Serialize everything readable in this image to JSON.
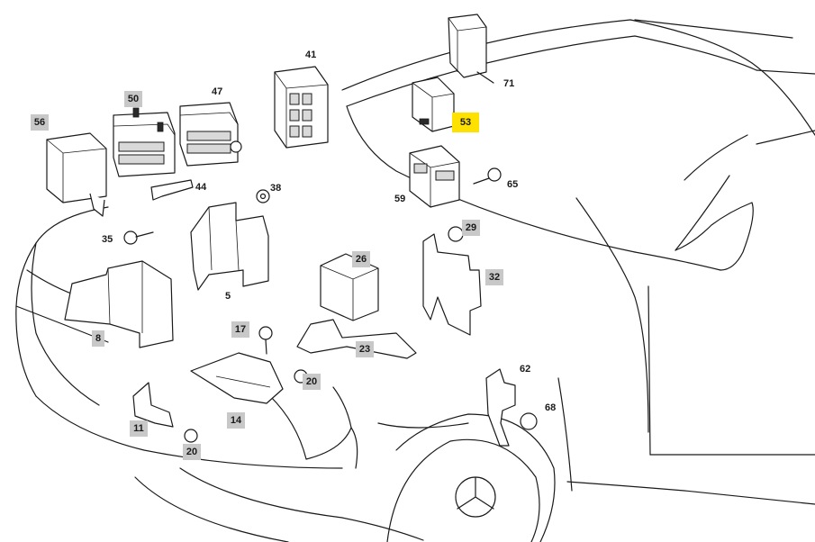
{
  "diagram": {
    "colors": {
      "label_box": "#c8c8c8",
      "highlight": "#ffe100",
      "line": "#1a1a1a"
    },
    "callouts": [
      {
        "id": "56",
        "text": "56",
        "style": "boxed"
      },
      {
        "id": "50",
        "text": "50",
        "style": "boxed"
      },
      {
        "id": "47",
        "text": "47",
        "style": "plain"
      },
      {
        "id": "41",
        "text": "41",
        "style": "plain"
      },
      {
        "id": "71",
        "text": "71",
        "style": "plain"
      },
      {
        "id": "53",
        "text": "53",
        "style": "highlight"
      },
      {
        "id": "65",
        "text": "65",
        "style": "plain"
      },
      {
        "id": "59",
        "text": "59",
        "style": "plain"
      },
      {
        "id": "44",
        "text": "44",
        "style": "plain"
      },
      {
        "id": "38",
        "text": "38",
        "style": "plain"
      },
      {
        "id": "35",
        "text": "35",
        "style": "plain"
      },
      {
        "id": "29",
        "text": "29",
        "style": "boxed"
      },
      {
        "id": "26",
        "text": "26",
        "style": "boxed"
      },
      {
        "id": "32",
        "text": "32",
        "style": "boxed"
      },
      {
        "id": "5",
        "text": "5",
        "style": "plain"
      },
      {
        "id": "8",
        "text": "8",
        "style": "boxed"
      },
      {
        "id": "17",
        "text": "17",
        "style": "boxed"
      },
      {
        "id": "23",
        "text": "23",
        "style": "boxed"
      },
      {
        "id": "20a",
        "text": "20",
        "style": "boxed"
      },
      {
        "id": "62",
        "text": "62",
        "style": "plain"
      },
      {
        "id": "68",
        "text": "68",
        "style": "plain"
      },
      {
        "id": "11",
        "text": "11",
        "style": "boxed"
      },
      {
        "id": "14",
        "text": "14",
        "style": "boxed"
      },
      {
        "id": "20b",
        "text": "20",
        "style": "boxed"
      }
    ]
  }
}
